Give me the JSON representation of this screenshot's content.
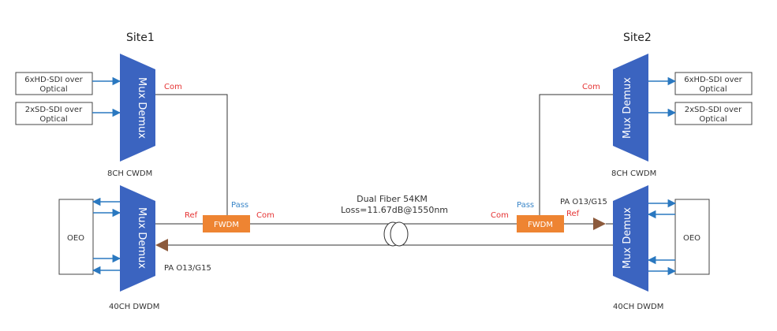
{
  "site1": {
    "title": "Site1",
    "mux_label": "Mux Demux",
    "cwdm_caption": "8CH CWDM",
    "dwdm_caption": "40CH DWDM",
    "inputs": [
      "6xHD-SDI over Optical",
      "2xSD-SDI over Optical"
    ],
    "input_lines": [
      [
        "6xHD-SDI over",
        "Optical"
      ],
      [
        "2xSD-SDI over",
        "Optical"
      ]
    ],
    "com_label": "Com",
    "oeo_label": "OEO",
    "fwdm": {
      "label": "FWDM",
      "pass": "Pass",
      "ref": "Ref",
      "com": "Com"
    },
    "pa_label": "PA O13/G15"
  },
  "site2": {
    "title": "Site2",
    "mux_label": "Mux Demux",
    "cwdm_caption": "8CH CWDM",
    "dwdm_caption": "40CH DWDM",
    "inputs": [
      "6xHD-SDI over Optical",
      "2xSD-SDI over Optical"
    ],
    "input_lines": [
      [
        "6xHD-SDI over",
        "Optical"
      ],
      [
        "2xSD-SDI over",
        "Optical"
      ]
    ],
    "com_label": "Com",
    "oeo_label": "OEO",
    "fwdm": {
      "label": "FWDM",
      "pass": "Pass",
      "ref": "Ref",
      "com": "Com"
    },
    "pa_label": "PA O13/G15"
  },
  "link": {
    "fiber_label": "Dual Fiber 54KM",
    "loss_label": "Loss=11.67dB@1550nm"
  },
  "colors": {
    "mux": "#3b64c0",
    "fwdm": "#ee8432",
    "port_red": "#e53333",
    "port_blue": "#3a86c8",
    "arrow_blue": "#2a78c0",
    "amp": "#8c5a3c",
    "line": "#333333"
  }
}
